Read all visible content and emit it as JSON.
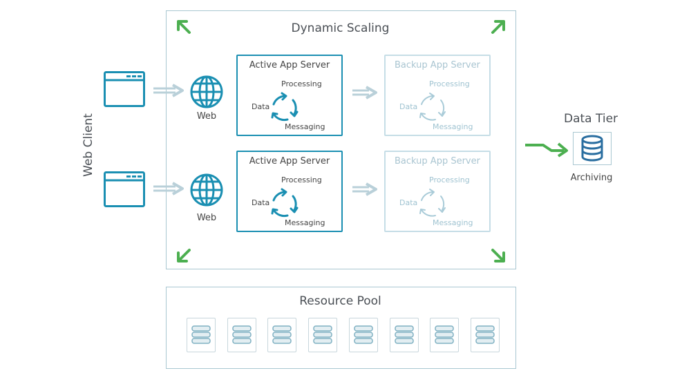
{
  "dynamic_scaling": {
    "title": "Dynamic Scaling"
  },
  "web_client": {
    "label": "Web Client"
  },
  "web_nodes": [
    {
      "label": "Web"
    },
    {
      "label": "Web"
    }
  ],
  "servers": [
    {
      "title": "Active App Server",
      "state": "active",
      "labels": {
        "processing": "Processing",
        "data": "Data",
        "messaging": "Messaging"
      }
    },
    {
      "title": "Backup App Server",
      "state": "backup",
      "labels": {
        "processing": "Processing",
        "data": "Data",
        "messaging": "Messaging"
      }
    },
    {
      "title": "Active App Server",
      "state": "active",
      "labels": {
        "processing": "Processing",
        "data": "Data",
        "messaging": "Messaging"
      }
    },
    {
      "title": "Backup App Server",
      "state": "backup",
      "labels": {
        "processing": "Processing",
        "data": "Data",
        "messaging": "Messaging"
      }
    }
  ],
  "data_tier": {
    "title": "Data Tier",
    "label": "Archiving"
  },
  "resource_pool": {
    "title": "Resource Pool",
    "item_count": 8
  },
  "colors": {
    "primary": "#1a8fb2",
    "backup": "#c5dde6",
    "scaling_arrow": "#4caf50",
    "database": "#2a6ea0",
    "frame": "#a9c7d1"
  }
}
